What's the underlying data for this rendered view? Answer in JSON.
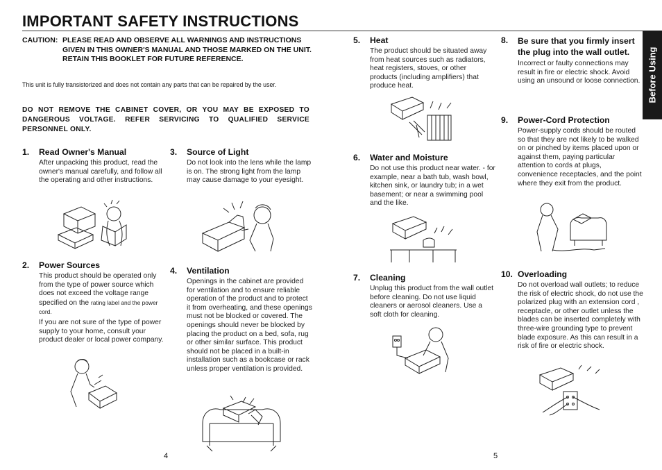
{
  "title": "IMPORTANT SAFETY INSTRUCTIONS",
  "side_tab": "Before Using",
  "caution": {
    "label": "CAUTION:",
    "text": "PLEASE READ AND OBSERVE ALL WARNINGS AND INSTRUCTIONS GIVEN IN THIS OWNER'S MANUAL AND THOSE MARKED ON THE UNIT.  RETAIN THIS BOOKLET FOR FUTURE REFERENCE."
  },
  "intro": "This unit is fully transistorized and does not contain any parts that can be repaired by the user.",
  "warning": "DO NOT REMOVE THE CABINET COVER, OR YOU MAY BE EXPOSED TO DANGEROUS VOLTAGE.  REFER SERVICING TO QUALIFIED SERVICE PERSONNEL ONLY.",
  "sections": [
    {
      "num": "1.",
      "heading": "Read Owner's Manual",
      "body": "After unpacking this product, read the owner's manual carefully, and follow all the operating and other instructions."
    },
    {
      "num": "2.",
      "heading": "Power Sources",
      "body": "This product should be operated only from the type of power source which does not exceed the voltage range specified on the",
      "body_small": "rating label and the power cord.",
      "body2": "If you are not sure of the type of power supply to your home, consult your product dealer or local power company."
    },
    {
      "num": "3.",
      "heading": "Source of Light",
      "body": "Do not look into the lens while the lamp is on.  The strong light from the lamp may cause damage to your eyesight."
    },
    {
      "num": "4.",
      "heading": "Ventilation",
      "body": "Openings in the cabinet are provided for ventilation and to ensure reliable operation of the product and to protect it from overheating, and these openings must not be blocked or covered. The openings should never be blocked by placing the product on a bed, sofa, rug or other similar surface. This product should not be placed in a built-in installation such as a bookcase or rack unless proper ventilation is provided."
    },
    {
      "num": "5.",
      "heading": "Heat",
      "body": "The product should be situated away from heat sources such as radiators, heat registers, stoves, or other products (including amplifiers) that produce heat."
    },
    {
      "num": "6.",
      "heading": "Water and Moisture",
      "body": "Do not use this product near water. - for example, near a bath tub, wash bowl, kitchen sink, or laundry tub; in a wet basement; or near a swimming pool and the like."
    },
    {
      "num": "7.",
      "heading": "Cleaning",
      "body": "Unplug this product from the wall outlet before cleaning.  Do not use liquid cleaners or aerosol cleaners. Use a soft cloth for cleaning."
    },
    {
      "num": "8.",
      "heading": "Be sure that you firmly insert the plug into the wall outlet.",
      "body": "Incorrect or faulty connections may result in fire or electric shock. Avoid using an unsound or loose connection."
    },
    {
      "num": "9.",
      "heading": "Power-Cord Protection",
      "body": "Power-supply cords should be routed so that they are not likely to be walked on or pinched by items placed upon or against them, paying particular attention to cords at plugs, convenience receptacles, and the point where they exit from the product."
    },
    {
      "num": "10.",
      "heading": "Overloading",
      "body": "Do not overload wall outlets; to reduce the risk of electric shock, do not use the polarized plug with an extension cord , receptacle, or other outlet unless the blades can be inserted completely with three-wire grounding type to prevent blade exposure. As this can result in a risk of fire or electric shock."
    }
  ],
  "page_left": "4",
  "page_right": "5"
}
